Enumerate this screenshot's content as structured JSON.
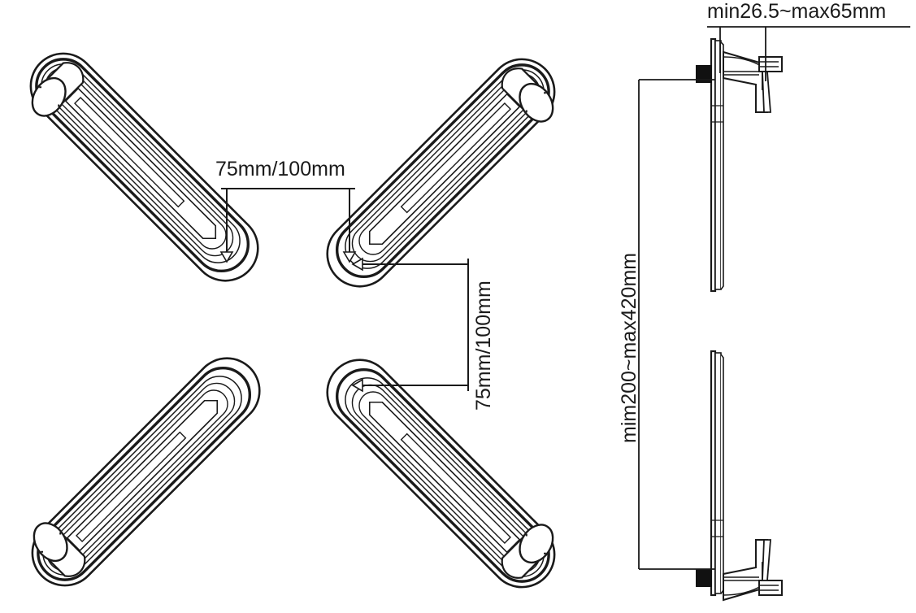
{
  "drawing": {
    "title": "Monitor Mount Dimension Drawing",
    "background_color": "#ffffff",
    "line_color": "#1a1a1a",
    "fill_color": "#ffffff",
    "solid_block_color": "#111111"
  },
  "dimensions": {
    "horizontal_arm_spacing": {
      "label": "75mm/100mm",
      "orientation": "horizontal",
      "value_text": "75mm/100mm"
    },
    "vertical_arm_spacing": {
      "label": "75mm/100mm",
      "orientation": "vertical-rotated",
      "value_text": "75mm/100mm"
    },
    "depth_range": {
      "label": "min26.5~max65mm",
      "orientation": "horizontal",
      "value_text": "min26.5~max65mm"
    },
    "height_range": {
      "label": "mim200~max420mm",
      "orientation": "vertical-rotated",
      "value_text": "mim200~max420mm"
    }
  },
  "views": {
    "front": {
      "name": "front-view",
      "description": "Four mounting arms in X configuration",
      "arms": [
        {
          "id": "arm-top-left",
          "position": "top-left"
        },
        {
          "id": "arm-top-right",
          "position": "top-right"
        },
        {
          "id": "arm-bottom-left",
          "position": "bottom-left"
        },
        {
          "id": "arm-bottom-right",
          "position": "bottom-right"
        }
      ]
    },
    "side": {
      "name": "side-view",
      "description": "Wall plate profile with upper and lower bracket hooks",
      "parts": [
        {
          "id": "wall-plate-upper",
          "label": "wall-plate-upper"
        },
        {
          "id": "wall-plate-lower",
          "label": "wall-plate-lower"
        },
        {
          "id": "bracket-hook-upper",
          "label": "bracket-hook-upper"
        },
        {
          "id": "bracket-hook-lower",
          "label": "bracket-hook-lower"
        }
      ]
    }
  }
}
